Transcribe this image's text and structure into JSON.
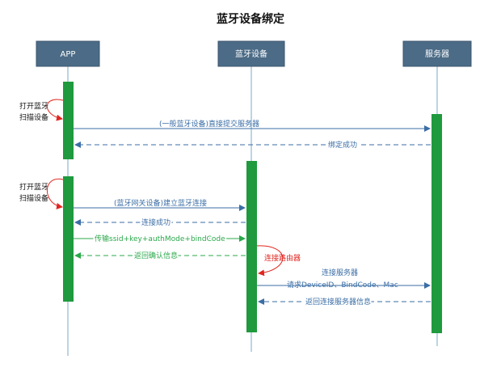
{
  "title": "蓝牙设备绑定",
  "actors": {
    "app": "APP",
    "device": "蓝牙设备",
    "server": "服务器"
  },
  "notes": {
    "scan1_line1": "打开蓝牙",
    "scan1_line2": "扫描设备",
    "scan2_line1": "打开蓝牙",
    "scan2_line2": "扫描设备"
  },
  "messages": {
    "m1": "(一般蓝牙设备)直接提交服务器",
    "m2": "绑定成功",
    "m3": "(蓝牙网关设备)建立蓝牙连接",
    "m4": "连接成功",
    "m5": "传输ssid+key+authMode+bindCode",
    "m6": "返回确认信息",
    "m7_self": "连接路由器",
    "m8_line1": "连接服务器",
    "m8_line2": "请求DeviceID、BindCode、Mac",
    "m9": "返回连接服务器信息"
  },
  "colors": {
    "actor_fill": "#4b6b86",
    "activation": "#1f9a3e",
    "arrow_blue": "#3b6ea5",
    "arrow_green": "#2aa84a",
    "arrow_red": "#e0261f",
    "lifeline": "#7aa9c7"
  }
}
